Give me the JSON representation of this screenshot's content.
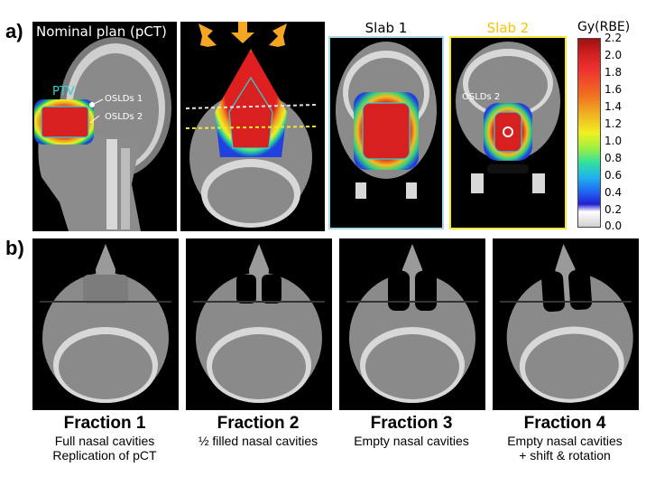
{
  "panel_a": {
    "label": "a)",
    "nominal_title": "Nominal plan (pCT)",
    "ptv_label": "PTV",
    "osld1_label": "OSLDs 1",
    "osld2_label": "OSLDs 2",
    "osld2_coronal_label": "OSLDs 2",
    "slab1_title": "Slab 1",
    "slab2_title": "Slab 2",
    "colors": {
      "slab1_border": "#a8d8e8",
      "slab2_border": "#f5e633",
      "ptv": "#2ad4d4",
      "arrow": "#f5a623"
    }
  },
  "colorbar": {
    "title": "Gy(RBE)",
    "ticks": [
      "2.2",
      "2.0",
      "1.8",
      "1.6",
      "1.4",
      "1.2",
      "1.0",
      "0.8",
      "0.6",
      "0.4",
      "0.2",
      "0.0"
    ]
  },
  "panel_b": {
    "label": "b)",
    "fractions": [
      {
        "title": "Fraction 1",
        "line1": "Full nasal cavities",
        "line2": "Replication of pCT"
      },
      {
        "title": "Fraction 2",
        "line1": "½ filled nasal cavities",
        "line2": ""
      },
      {
        "title": "Fraction 3",
        "line1": "Empty nasal cavities",
        "line2": ""
      },
      {
        "title": "Fraction 4",
        "line1": "Empty nasal cavities",
        "line2": "+ shift & rotation"
      }
    ]
  }
}
